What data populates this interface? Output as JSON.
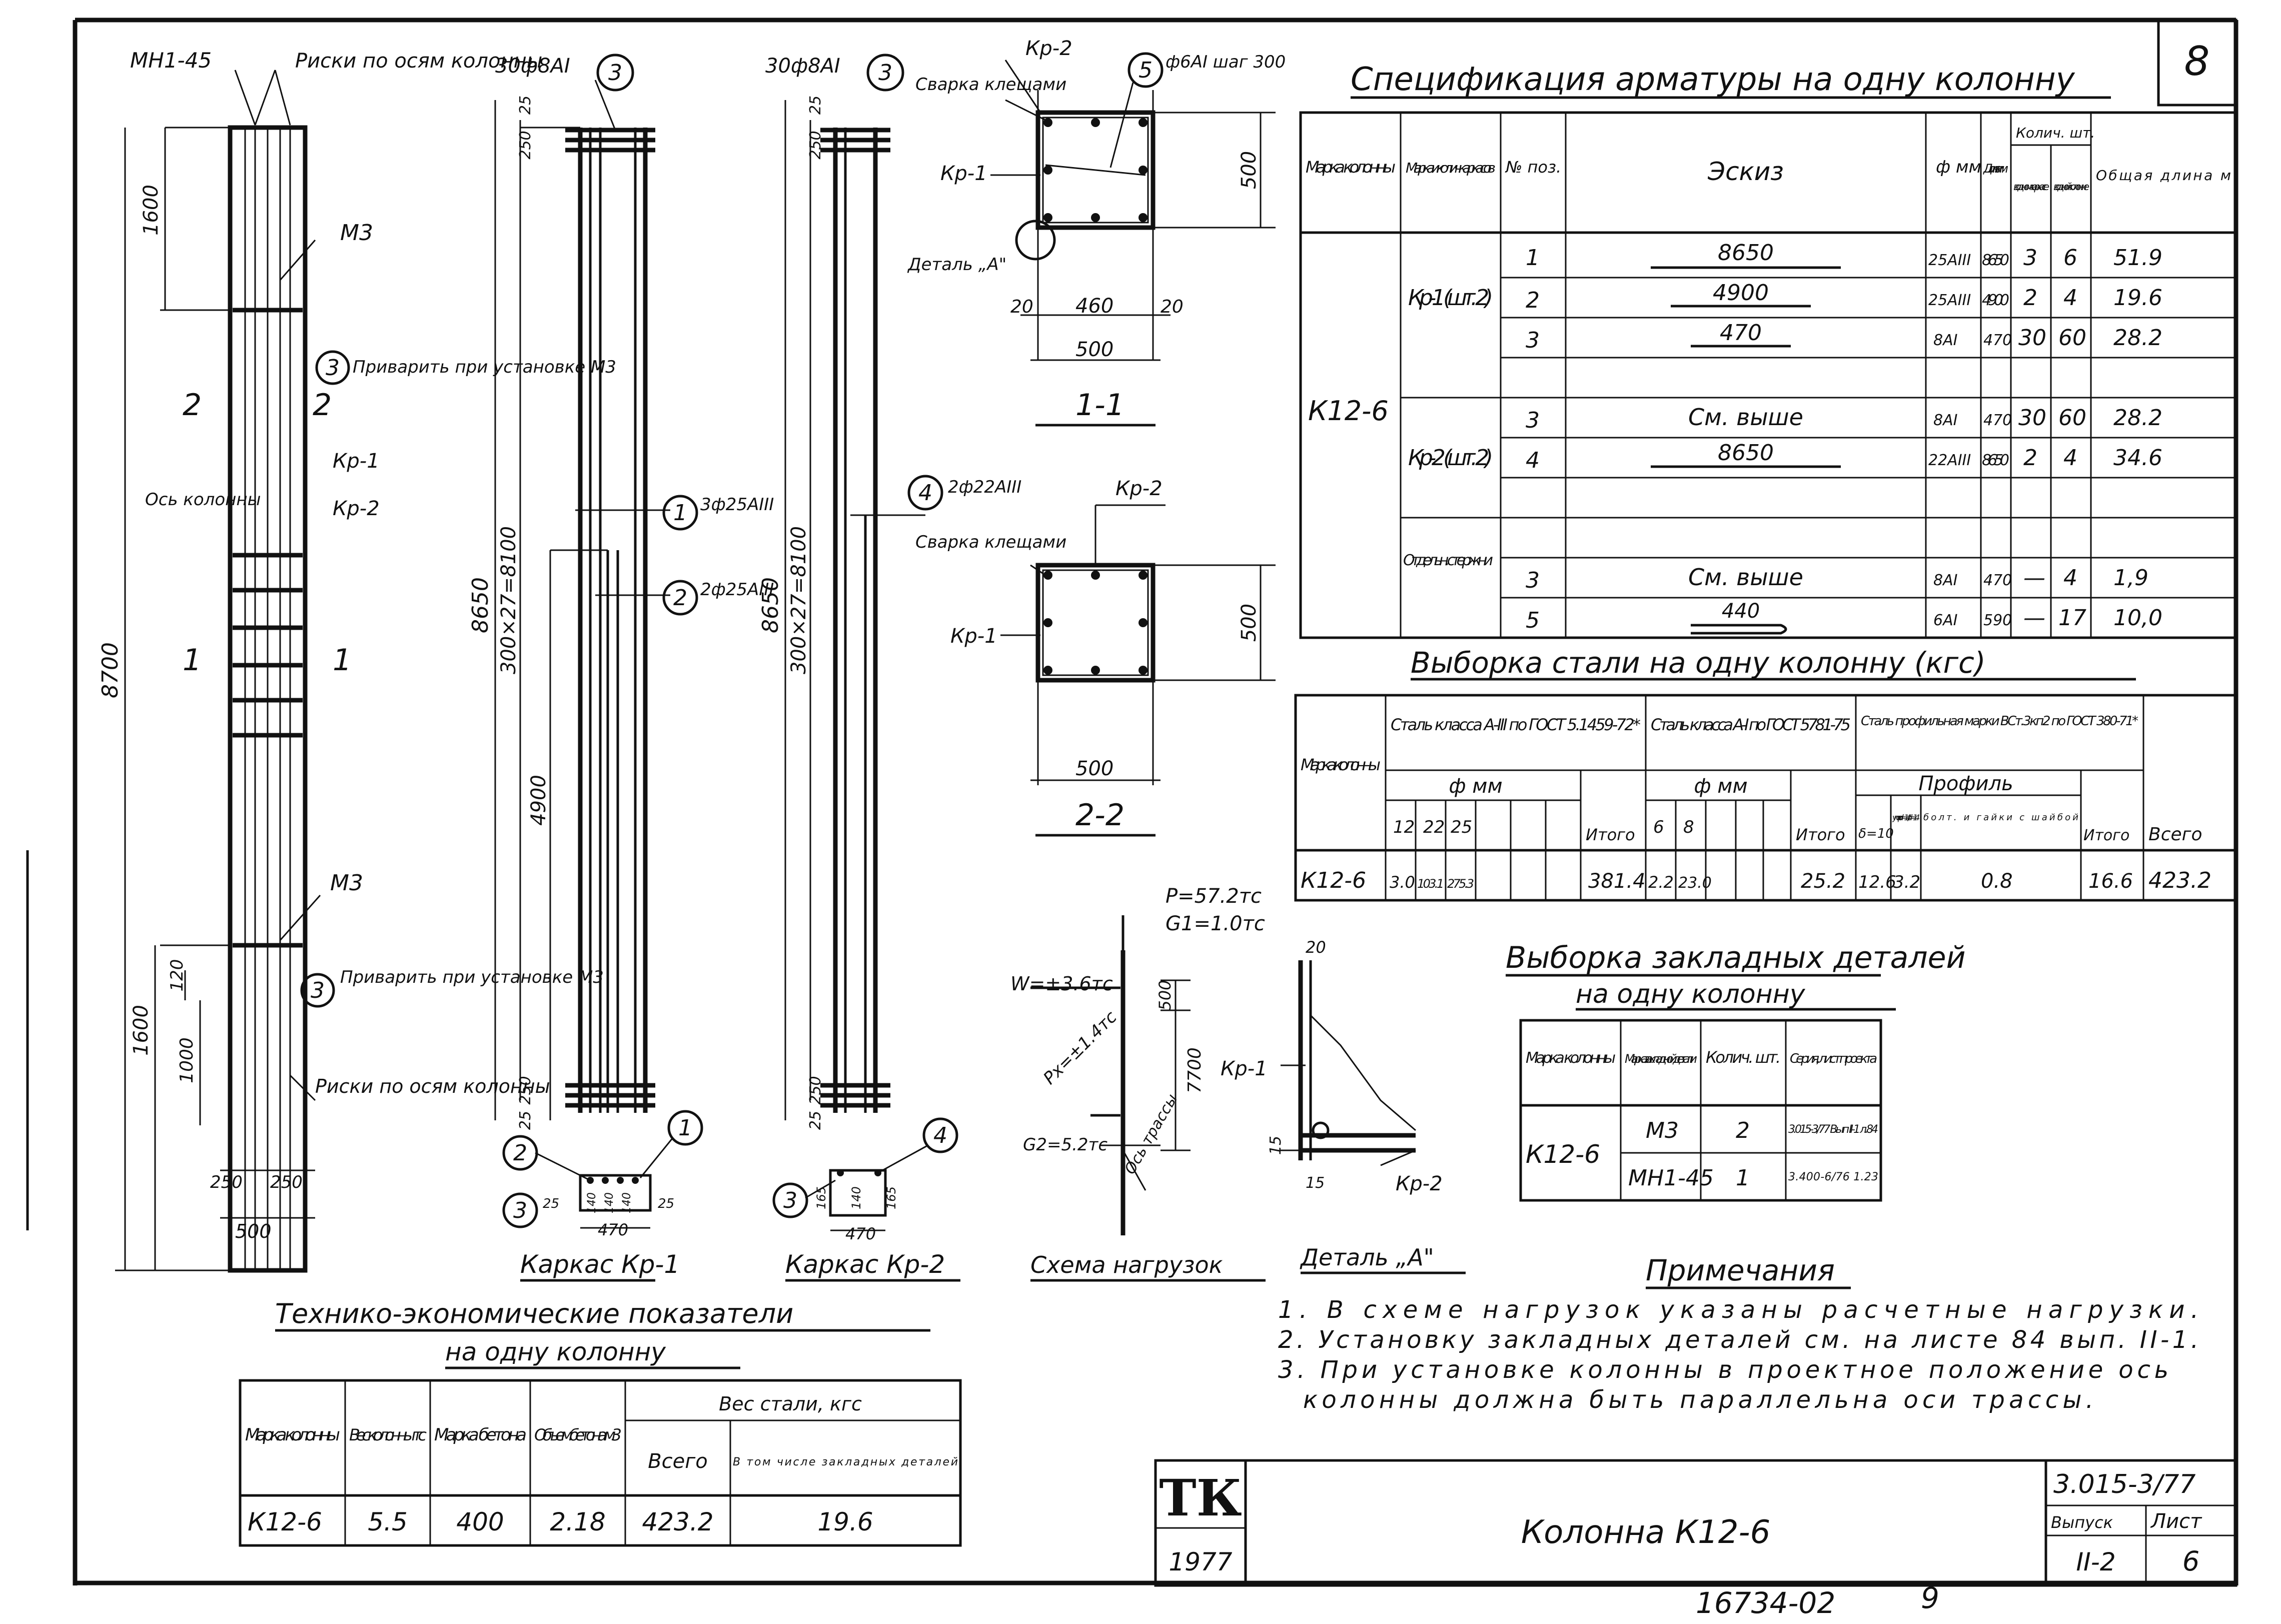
{
  "sheet": {
    "top_number": "8",
    "code": "3.015-3/77",
    "series_label": "Выпуск",
    "series_value": "II-2",
    "sheet_label": "Лист",
    "sheet_value": "6",
    "title": "Колонна К12-6",
    "year": "1977",
    "logo_text": "ТК",
    "archive_number": "16734-02",
    "archive_suffix": "9"
  },
  "column_elevation": {
    "mark_top": "МН1-45",
    "risk_top": "Риски по осям колонны",
    "m3_top": "М3",
    "weld_note": "Приварить при установке М3",
    "sec2": "2",
    "axis_label": "Ось колонны",
    "kr1": "Кр-1",
    "kr2": "Кр-2",
    "sec1": "1",
    "m3_bottom": "М3",
    "weld_note_b": "Приварить при установке М3",
    "risk_bottom": "Риски по осям колонны",
    "dim_total": "8700",
    "dim_1600_top": "1600",
    "dim_1600_bot": "1600",
    "dim_120": "120",
    "dim_1000": "1000",
    "dim_250a": "250",
    "dim_250b": "250",
    "dim_500": "500",
    "pos3": "3"
  },
  "frame1": {
    "bars_top": "30ф8АI",
    "pos3": "3",
    "pos1_note": "3ф25АIII",
    "pos2_note": "2ф25АIII",
    "dim_8650": "8650",
    "dim_300x27": "300×27=8100",
    "dim_4900": "4900",
    "dim_25a": "25",
    "dim_250a": "250",
    "dim_250b": "250",
    "dim_25b": "25",
    "sec_dims": [
      "25",
      "140",
      "140",
      "140",
      "25"
    ],
    "dim_470": "470",
    "title": "Каркас Кр-1",
    "p1": "1",
    "p2": "2",
    "p3": "3"
  },
  "frame2": {
    "bars_top": "30ф8АI",
    "pos3": "3",
    "pos4_note": "2ф22АIII",
    "dim_8650": "8650",
    "dim_300x27": "300×27=8100",
    "dim_250a": "250",
    "dim_25a": "25",
    "dim_250b": "250",
    "dim_25b": "25",
    "sec_dims": [
      "165",
      "140",
      "165"
    ],
    "dim_470": "470",
    "title": "Каркас Кр-2",
    "p3": "3",
    "p4": "4"
  },
  "section11": {
    "kr2": "Кр-2",
    "weld": "Сварка клещами",
    "kr1": "Кр-1",
    "detail": "Деталь „А\"",
    "pos5": "5",
    "bar_note": "ф6АI шаг 300",
    "dim_500v": "500",
    "dim_20a": "20",
    "dim_460": "460",
    "dim_20b": "20",
    "dim_500h": "500",
    "title": "1-1"
  },
  "section22": {
    "pos4": "4",
    "bars_note": "2ф22АIII",
    "kr2": "Кр-2",
    "weld": "Сварка клещами",
    "kr1": "Кр-1",
    "dim_500v": "500",
    "dim_500h": "500",
    "title": "2-2"
  },
  "spec": {
    "title": "Спецификация арматуры на одну колонну",
    "headers": {
      "col_mark": "Марка колонны",
      "frame_mark": "Марка и колич. каркасов",
      "pos": "№ поз.",
      "sketch": "Эскиз",
      "dia": "ф мм",
      "len": "Длина мм",
      "qty": "Колич. шт.",
      "qty_frame": "в одном каркасе",
      "qty_col": "в одной колонне",
      "total": "Общая длина м"
    },
    "column": "К12-6",
    "groups": [
      {
        "name": "Кр-1 (шт. 2)",
        "rows": [
          {
            "pos": "1",
            "sketch": "8650",
            "dia": "25АIII",
            "len": "8650",
            "qf": "3",
            "qc": "6",
            "total": "51.9"
          },
          {
            "pos": "2",
            "sketch": "4900",
            "dia": "25АIII",
            "len": "4900",
            "qf": "2",
            "qc": "4",
            "total": "19.6"
          },
          {
            "pos": "3",
            "sketch": "470",
            "dia": "8АI",
            "len": "470",
            "qf": "30",
            "qc": "60",
            "total": "28.2"
          }
        ]
      },
      {
        "name": "Кр-2 (шт. 2)",
        "rows": [
          {
            "pos": "3",
            "sketch": "См. выше",
            "dia": "8АI",
            "len": "470",
            "qf": "30",
            "qc": "60",
            "total": "28.2"
          },
          {
            "pos": "4",
            "sketch": "8650",
            "dia": "22АIII",
            "len": "8650",
            "qf": "2",
            "qc": "4",
            "total": "34.6"
          }
        ]
      },
      {
        "name": "Отдельн. стержни",
        "rows": [
          {
            "pos": "3",
            "sketch": "См. выше",
            "dia": "8АI",
            "len": "470",
            "qf": "—",
            "qc": "4",
            "total": "1,9"
          },
          {
            "pos": "5",
            "sketch": "440",
            "dia": "6АI",
            "len": "590",
            "qf": "—",
            "qc": "17",
            "total": "10,0"
          }
        ]
      }
    ]
  },
  "steel": {
    "title": "Выборка стали на одну колонну (кгс)",
    "h_mark": "Марка колонны",
    "h_a3": "Сталь класса А-III по ГОСТ 5.1459-72*",
    "h_a1": "Сталь класса А-I по ГОСТ 5781-75",
    "h_prof": "Сталь профильная марки ВСт.3кп2 по ГОСТ 380-71*",
    "h_dia": "ф мм",
    "h_dia2": "ф мм",
    "h_profile": "Профиль",
    "d12": "12",
    "d22": "22",
    "d25": "25",
    "d6": "6",
    "d8": "8",
    "h_t10": "δ=10",
    "h_washer": "упор. т. d=14/d=14",
    "h_bolt": "болт. и гайки с шайбой",
    "h_itogo1": "Итого",
    "h_itogo2": "Итого",
    "h_itogo3": "Итого",
    "h_vsego": "Всего",
    "row": {
      "mark": "К12-6",
      "v12": "3.0",
      "v22": "103.1",
      "v25": "275.3",
      "it1": "381.4",
      "v6": "2.2",
      "v8": "23.0",
      "it2": "25.2",
      "p1": "12.6",
      "p2": "3.2",
      "p3": "0.8",
      "it3": "16.6",
      "all": "423.2"
    }
  },
  "embedded": {
    "title1": "Выборка закладных деталей",
    "title2": "на одну колонну",
    "h_col": "Марка колонны",
    "h_mark": "Марка закладной детали",
    "h_qty": "Колич. шт.",
    "h_series": "Серия, лист проекта",
    "column": "К12-6",
    "rows": [
      {
        "mark": "М3",
        "qty": "2",
        "series": "3.015-3/77 Вып II-1 л.84"
      },
      {
        "mark": "МН1-45",
        "qty": "1",
        "series": "3.400-6/76 1.23"
      }
    ]
  },
  "loads": {
    "p": "P=57.2тс",
    "g1": "G1=1.0тс",
    "w": "W=±3.6тс",
    "px": "Px=±1.4тс",
    "g2": "G2=5.2тс",
    "dim_500": "500",
    "dim_7700": "7700",
    "axis": "Ось трассы",
    "title": "Схема нагрузок"
  },
  "detailA": {
    "dim_20": "20",
    "kr1": "Кр-1",
    "dim_15a": "15",
    "dim_15b": "15",
    "kr2": "Кр-2",
    "title": "Деталь „А\""
  },
  "notes": {
    "title": "Примечания",
    "items": [
      "1. В схеме нагрузок указаны расчетные нагрузки.",
      "2. Установку закладных деталей см. на листе 84 вып. II-1.",
      "3. При установке колонны в проектное положение ось",
      "колонны должна быть параллельна оси трассы."
    ]
  },
  "tech": {
    "title1": "Технико-экономические показатели",
    "title2": "на одну колонну",
    "h_mark": "Марка колонны",
    "h_weight": "Вес колонны тс",
    "h_concrete": "Марка бетона",
    "h_volume": "Объем бетона м3",
    "h_steel": "Вес стали, кгс",
    "h_total": "Всего",
    "h_incl": "В том числе закладных деталей",
    "row": {
      "mark": "К12-6",
      "weight": "5.5",
      "concrete": "400",
      "volume": "2.18",
      "total": "423.2",
      "incl": "19.6"
    }
  }
}
